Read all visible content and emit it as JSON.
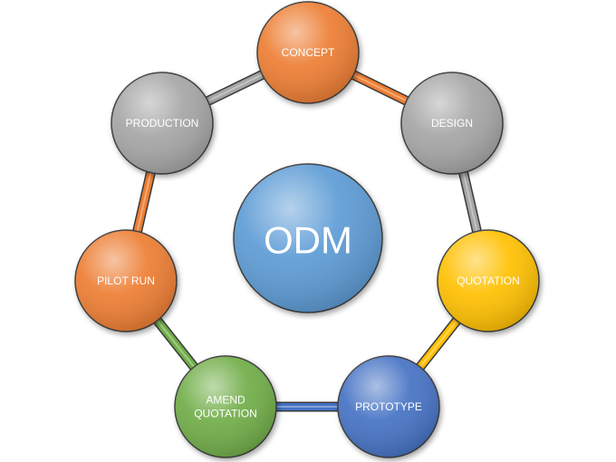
{
  "center": {
    "label": "ODM",
    "color": "#5B9BD5"
  },
  "nodes": [
    {
      "id": "concept",
      "label": "CONCEPT",
      "color": "#ED7D31"
    },
    {
      "id": "design",
      "label": "DESIGN",
      "color": "#A5A5A5"
    },
    {
      "id": "quotation",
      "label": "QUOTATION",
      "color": "#FFC000"
    },
    {
      "id": "prototype",
      "label": "PROTOTYPE",
      "color": "#4472C4"
    },
    {
      "id": "amend-quotation",
      "label": [
        "AMEND",
        "QUOTATION"
      ],
      "color": "#70AD47"
    },
    {
      "id": "pilot-run",
      "label": "PILOT RUN",
      "color": "#ED7D31"
    },
    {
      "id": "production",
      "label": "PRODUCTION",
      "color": "#A5A5A5"
    }
  ],
  "connectors": [
    {
      "from": "concept",
      "to": "design",
      "color": "#ED7D31"
    },
    {
      "from": "design",
      "to": "quotation",
      "color": "#A5A5A5"
    },
    {
      "from": "quotation",
      "to": "prototype",
      "color": "#FFC000"
    },
    {
      "from": "prototype",
      "to": "amend-quotation",
      "color": "#4472C4"
    },
    {
      "from": "amend-quotation",
      "to": "pilot-run",
      "color": "#70AD47"
    },
    {
      "from": "pilot-run",
      "to": "production",
      "color": "#ED7D31"
    },
    {
      "from": "production",
      "to": "concept",
      "color": "#A5A5A5"
    }
  ]
}
